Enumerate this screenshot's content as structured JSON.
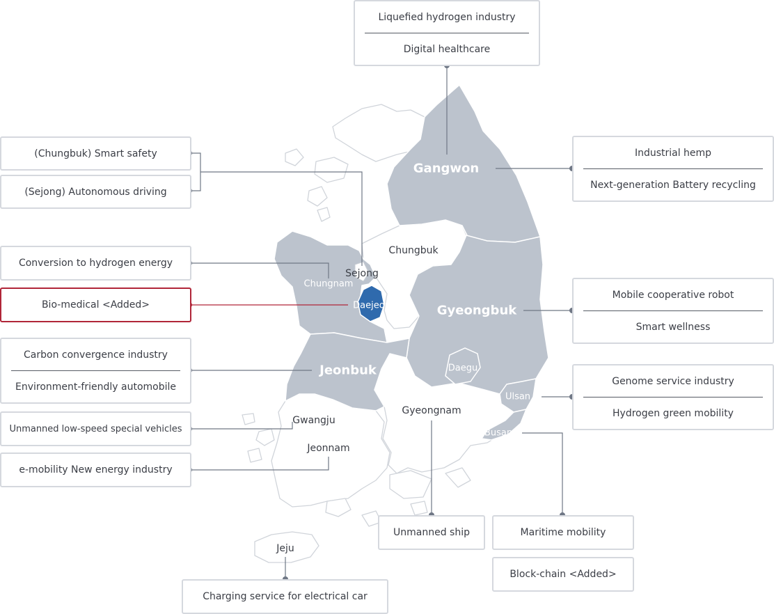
{
  "regions": {
    "gangwon": "Gangwon",
    "chungbuk": "Chungbuk",
    "sejong": "Sejong",
    "chungnam": "Chungnam",
    "daejeon": "Daejeon",
    "gyeongbuk": "Gyeongbuk",
    "jeonbuk": "Jeonbuk",
    "daegu": "Daegu",
    "ulsan": "Ulsan",
    "gyeongnam": "Gyeongnam",
    "busan": "Busan",
    "gwangju": "Gwangju",
    "jeonnam": "Jeonnam",
    "jeju": "Jeju"
  },
  "boxes": {
    "gangwon": {
      "top": "Liquefied hydrogen industry",
      "bottom": "Digital healthcare"
    },
    "chungbuk": "(Chungbuk) Smart safety",
    "sejong": "(Sejong) Autonomous driving",
    "chungnam": "Conversion to hydrogen energy",
    "daejeon": "Bio-medical <Added>",
    "jeonbuk": {
      "top": "Carbon convergence industry",
      "bottom": "Environment-friendly automobile"
    },
    "gwangju": "Unmanned low-speed special vehicles",
    "jeonnam": "e-mobility New energy industry",
    "gyeongbuk_east": {
      "top": "Industrial hemp",
      "bottom": "Next-generation Battery recycling"
    },
    "gyeongbuk": {
      "top": "Mobile cooperative robot",
      "bottom": "Smart wellness"
    },
    "ulsan": {
      "top": "Genome service industry",
      "bottom": "Hydrogen green mobility"
    },
    "gyeongnam": "Unmanned ship",
    "busan_1": "Maritime mobility",
    "busan_2": "Block-chain <Added>",
    "jeju": "Charging service for electrical car"
  },
  "colors": {
    "special_zone": "#bcc3cd",
    "daejeon": "#2f6aad",
    "outline": "#d5d8de",
    "connector": "#6f7785",
    "highlight": "#b02538"
  }
}
